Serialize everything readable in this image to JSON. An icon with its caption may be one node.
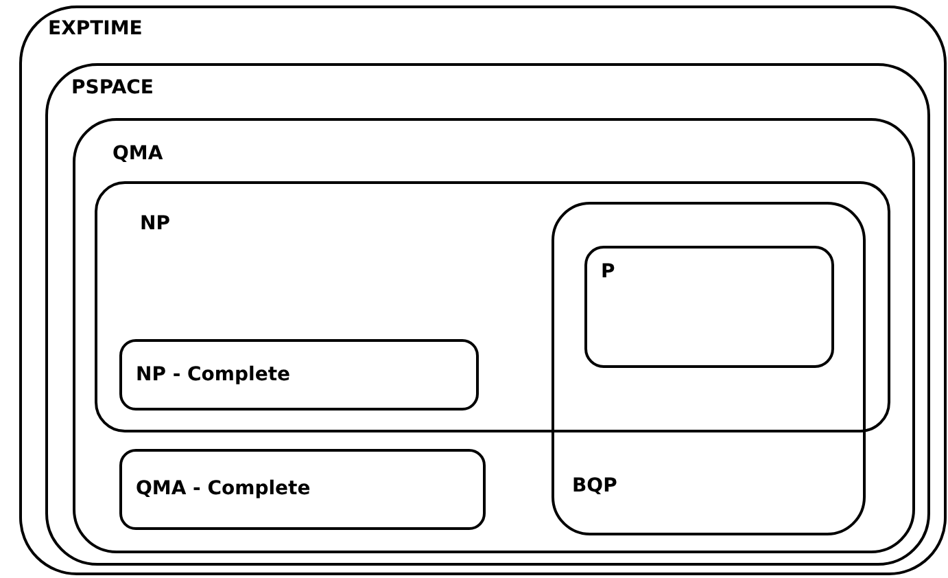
{
  "diagram": {
    "nodes": [
      {
        "text": [
          "EXPTIME"
        ]
      },
      {
        "text": [
          "PSPACE"
        ],
        "in": 0
      },
      {
        "text": [
          "QMA"
        ],
        "in": 1
      },
      {
        "text": [
          "NP"
        ],
        "in": 2
      },
      {
        "text": [
          "BQP"
        ],
        "in": 2
      },
      {
        "text": [
          "P"
        ]
      },
      {
        "text": [
          "NP - Complete"
        ],
        "in": 3
      },
      {
        "text": [
          "QMA - Complete"
        ],
        "in": 2
      }
    ]
  }
}
